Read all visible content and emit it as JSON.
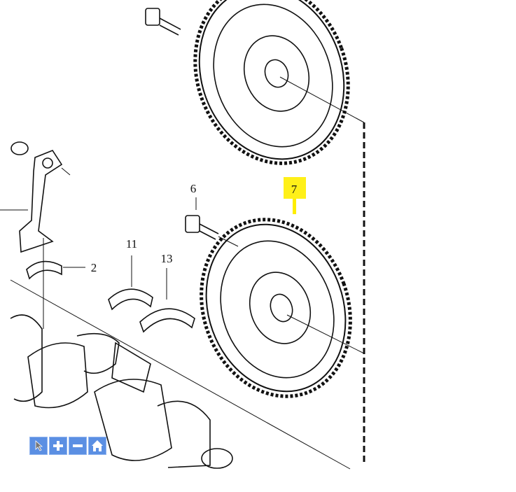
{
  "callouts": {
    "c2": "2",
    "c6": "6",
    "c7": "7",
    "c11": "11",
    "c13": "13"
  },
  "highlight_color": "#ffee00",
  "toolbar": {
    "buttons": [
      {
        "icon": "pointer-icon",
        "action": "select"
      },
      {
        "icon": "plus-icon",
        "action": "zoom-in"
      },
      {
        "icon": "minus-icon",
        "action": "zoom-out"
      },
      {
        "icon": "home-icon",
        "action": "reset-view"
      }
    ],
    "color": "#5b8fe3"
  }
}
